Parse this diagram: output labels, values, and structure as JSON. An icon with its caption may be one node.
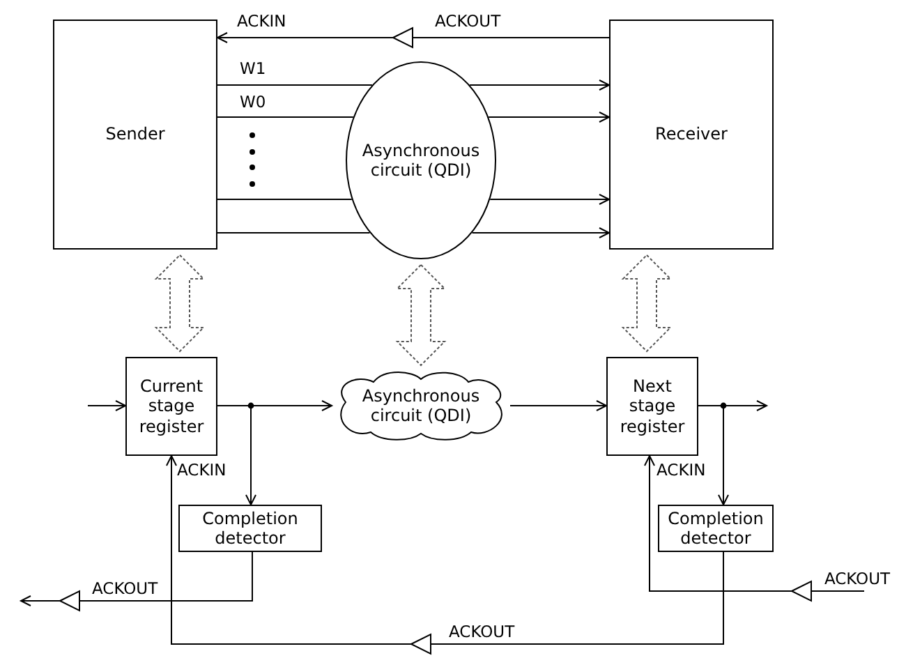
{
  "diagram": {
    "nodes": [
      {
        "text": [
          "Sender"
        ]
      },
      {
        "text": [
          "Asynchronous circuit (QDI)"
        ]
      },
      {
        "text": [
          "Receiver"
        ]
      },
      {
        "text": [
          "Current stage register"
        ]
      },
      {
        "text": [
          "Asynchronous circuit (QDI)"
        ]
      },
      {
        "text": [
          "Next stage register"
        ]
      },
      {
        "text": [
          "Completion detector"
        ]
      },
      {
        "text": [
          "Completion detector"
        ]
      },
      {
        "text": [
          "ACKOUT"
        ]
      }
    ],
    "edges": [
      {
        "from": 2,
        "to": 0,
        "arrow": "to"
      },
      {
        "from": 0,
        "to": 1,
        "arrow": "none"
      },
      {
        "from": 1,
        "to": 2,
        "arrow": "to"
      },
      {
        "from": 0,
        "to": 1,
        "arrow": "none"
      },
      {
        "from": 1,
        "to": 2,
        "arrow": "to"
      },
      {
        "from": 0,
        "to": 1,
        "arrow": "none"
      },
      {
        "from": 1,
        "to": 2,
        "arrow": "to"
      },
      {
        "from": 0,
        "to": 1,
        "arrow": "none"
      },
      {
        "from": 1,
        "to": 2,
        "arrow": "to"
      },
      {
        "from": 0,
        "to": 3,
        "arrow": "both",
        "style": "dashed"
      },
      {
        "from": 1,
        "to": 4,
        "arrow": "both",
        "style": "dashed"
      },
      {
        "from": 2,
        "to": 5,
        "arrow": "both",
        "style": "dashed"
      },
      {
        "from": null,
        "to": 3,
        "arrow": "to"
      },
      {
        "from": 3,
        "to": 4,
        "arrow": "to"
      },
      {
        "from": 3,
        "to": 6,
        "arrow": "to"
      },
      {
        "from": 4,
        "to": 5,
        "arrow": "to"
      },
      {
        "from": 5,
        "to": null,
        "arrow": "to"
      },
      {
        "from": 5,
        "to": 7,
        "arrow": "to"
      },
      {
        "from": 6,
        "to": null,
        "arrow": "to"
      },
      {
        "from": 7,
        "to": 3,
        "arrow": "to"
      },
      {
        "from": 8,
        "to": 5,
        "arrow": "to"
      }
    ],
    "labels": [
      "ACKIN",
      "ACKOUT",
      "W1",
      "W0",
      "ACKIN",
      "ACKOUT",
      "ACKIN",
      "ACKOUT"
    ]
  }
}
